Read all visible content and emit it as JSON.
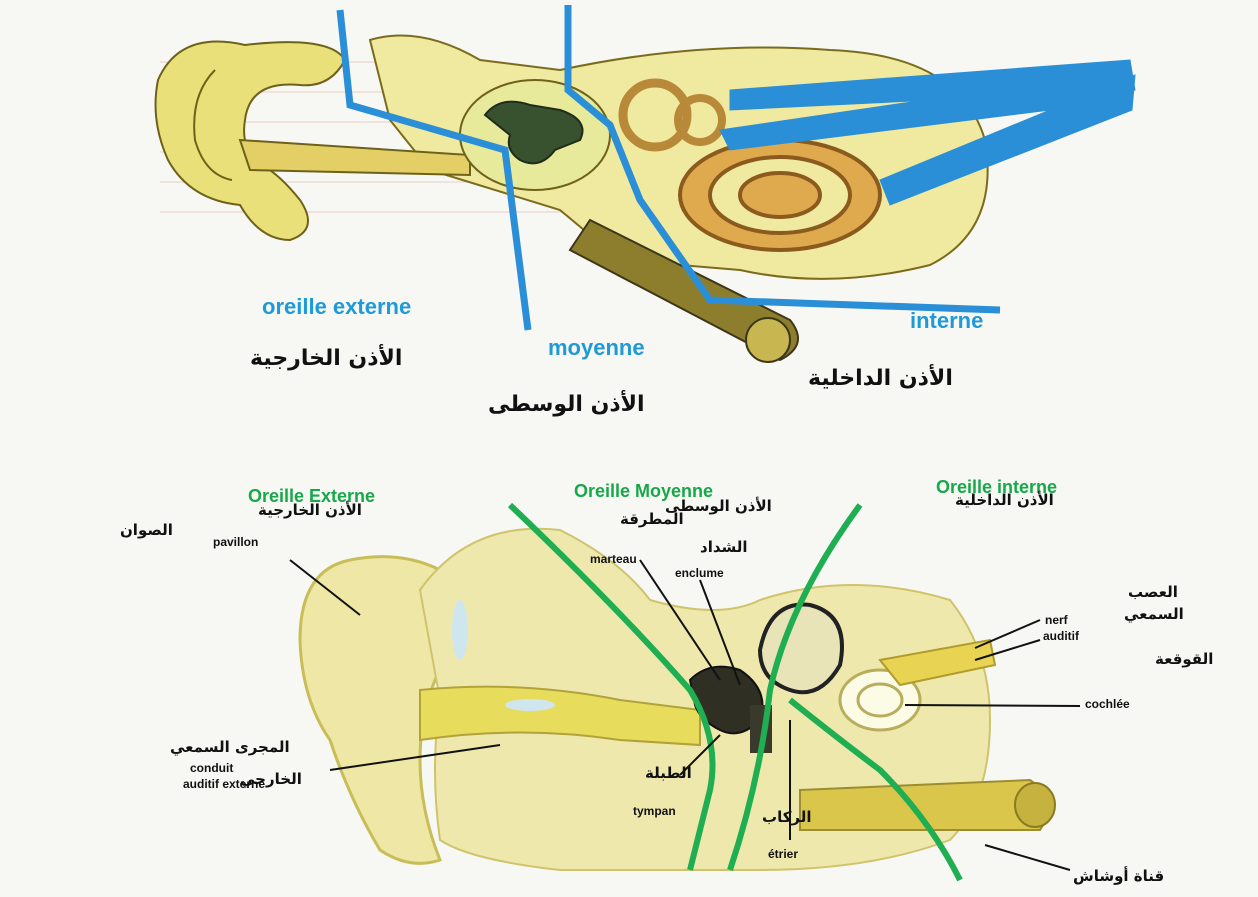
{
  "top_diagram": {
    "labels": {
      "outer_fr": "oreille externe",
      "middle_fr": "moyenne",
      "inner_fr": "interne",
      "outer_ar": "الأذن الخارجية",
      "middle_ar": "الأذن الوسطى",
      "inner_ar": "الأذن الداخلية"
    }
  },
  "bottom_diagram": {
    "regions": {
      "outer_fr": "Oreille Externe",
      "outer_ar": "الأذن الخارجية",
      "middle_fr": "Oreille Moyenne",
      "middle_ar": "الأذن الوسطى",
      "inner_fr": "Oreille interne",
      "inner_ar": "الأذن الداخلية"
    },
    "parts": {
      "pavillon_ar": "الصوان",
      "pavillon_fr": "pavillon",
      "marteau_ar": "المطرقة",
      "marteau_fr": "marteau",
      "enclume_ar": "الشداد",
      "enclume_fr": "enclume",
      "nerf_ar_1": "العصب",
      "nerf_ar_2": "السمعي",
      "nerf_fr_1": "nerf",
      "nerf_fr_2": "auditif",
      "cochlee_ar": "القوقعة",
      "cochlee_fr": "cochlée",
      "conduit_ar": "المجرى السمعي",
      "conduit_ar_2": "الخارجي",
      "conduit_fr_1": "conduit",
      "conduit_fr_2": "auditif externe",
      "tympan_ar": "الطبلة",
      "tympan_fr": "tympan",
      "etrier_ar": "الركاب",
      "etrier_fr": "étrier",
      "trompe_ar": "قناة أوشاش"
    }
  },
  "colors": {
    "blue_lines": "#2a8fd6",
    "green_lines": "#1fae52",
    "ear_yellow": "#e9e07a",
    "ear_olive": "#b7a52e",
    "cochlea_orange": "#d8a446"
  }
}
